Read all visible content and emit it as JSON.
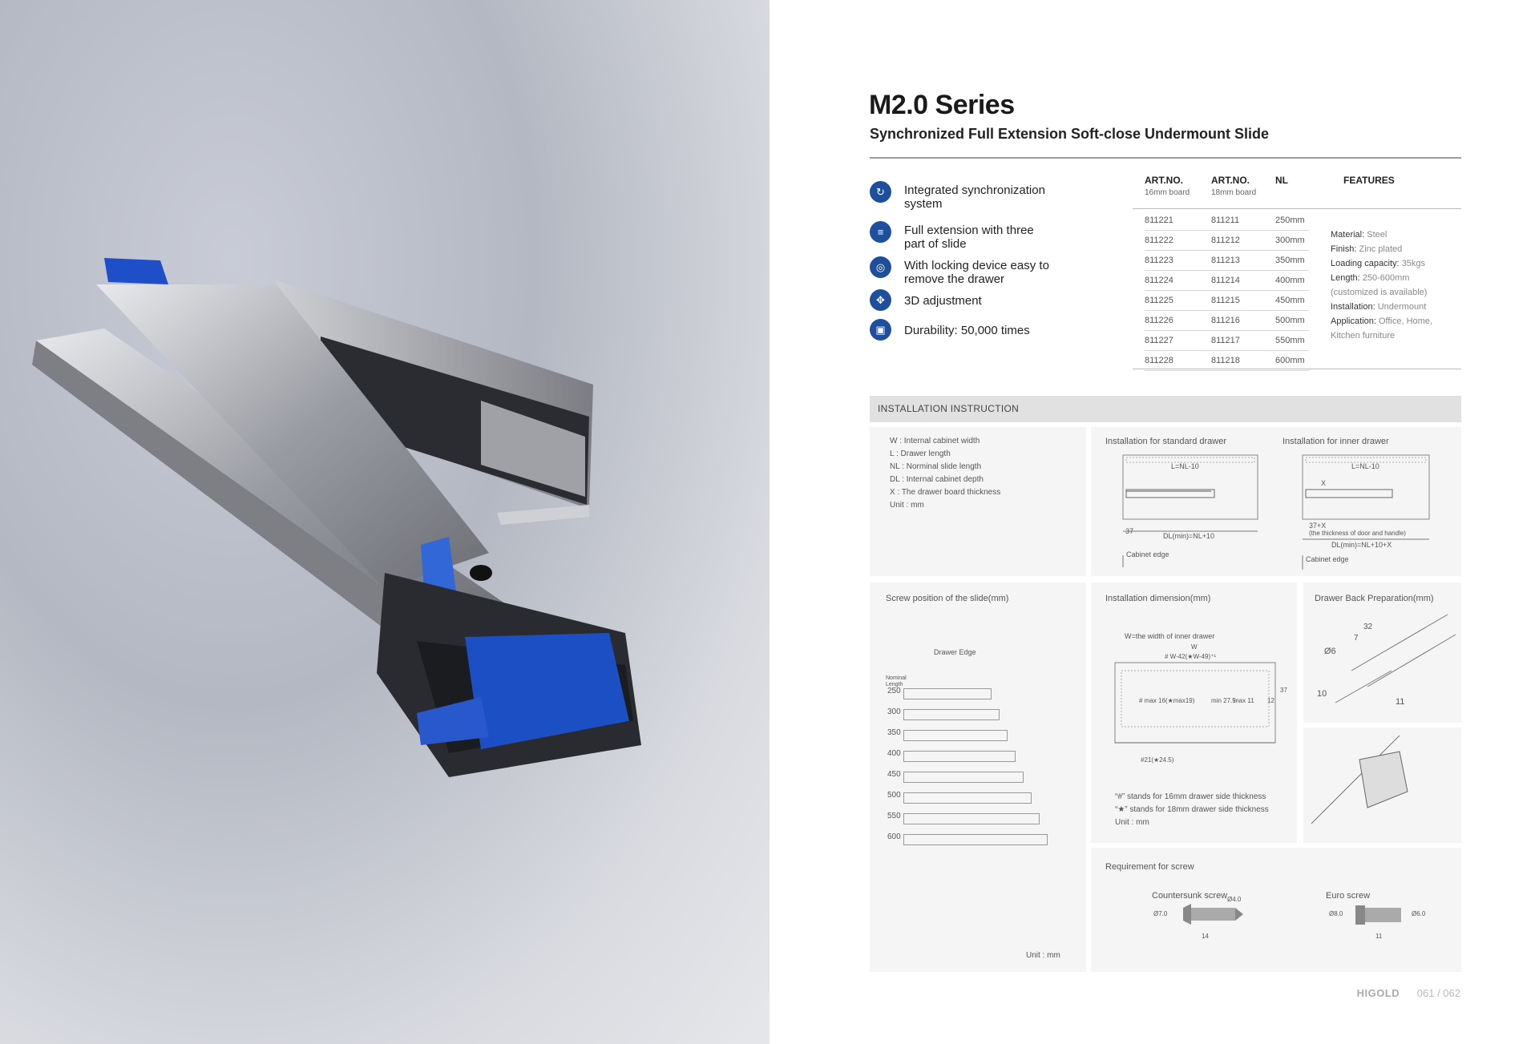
{
  "header": {
    "title": "M2.0 Series",
    "subtitle": "Synchronized Full Extension Soft-close Undermount Slide"
  },
  "features_list": [
    {
      "icon": "sync-icon",
      "label": "Integrated synchronization system"
    },
    {
      "icon": "extension-icon",
      "label": "Full extension with three part of slide"
    },
    {
      "icon": "lock-icon",
      "label": "With locking device easy to remove the drawer"
    },
    {
      "icon": "adjust-icon",
      "label": "3D adjustment"
    },
    {
      "icon": "durability-icon",
      "label": "Durability: 50,000 times"
    }
  ],
  "spec_table": {
    "headers": [
      "ART.NO.",
      "ART.NO.",
      "NL",
      "FEATURES"
    ],
    "subheaders": [
      "16mm board",
      "18mm board"
    ],
    "rows": [
      [
        "811221",
        "811211",
        "250mm"
      ],
      [
        "811222",
        "811212",
        "300mm"
      ],
      [
        "811223",
        "811213",
        "350mm"
      ],
      [
        "811224",
        "811214",
        "400mm"
      ],
      [
        "811225",
        "811215",
        "450mm"
      ],
      [
        "811226",
        "811216",
        "500mm"
      ],
      [
        "811227",
        "811217",
        "550mm"
      ],
      [
        "811228",
        "811218",
        "600mm"
      ]
    ],
    "features": [
      {
        "k": "Material:",
        "v": "Steel"
      },
      {
        "k": "Finish:",
        "v": "Zinc plated"
      },
      {
        "k": "Loading capacity:",
        "v": "35kgs"
      },
      {
        "k": "Length:",
        "v": "250-600mm"
      },
      {
        "k": "",
        "v": "(customized is available)"
      },
      {
        "k": "Installation:",
        "v": "Undermount"
      },
      {
        "k": "Application:",
        "v": "Office, Home,"
      },
      {
        "k": "",
        "v": "Kitchen furniture"
      }
    ]
  },
  "installation": {
    "bar": "INSTALLATION INSTRUCTION",
    "legend": [
      "W : Internal cabinet width",
      "L : Drawer length",
      "NL : Norminal slide length",
      "DL : Internal cabinet depth",
      "X : The drawer board thickness",
      "Unit : mm"
    ],
    "standard_title": "Installation for standard drawer",
    "inner_title": "Installation for inner drawer",
    "std_l": "L=NL-10",
    "std_37": "37",
    "std_dl": "DL(min)=NL+10",
    "std_edge": "Cabinet edge",
    "inner_l": "L=NL-10",
    "inner_x": "X",
    "inner_37x": "37+X",
    "inner_note": "(the thickness of door and handle)",
    "inner_dl": "DL(min)=NL+10+X",
    "inner_edge": "Cabinet edge",
    "screw_title": "Screw position of the slide(mm)",
    "drawer_edge": "Drawer Edge",
    "nominal": "Nominal Length",
    "lengths": [
      "250",
      "300",
      "350",
      "400",
      "450",
      "500",
      "550",
      "600"
    ],
    "screw_unit": "Unit : mm",
    "dim_title": "Installation dimension(mm)",
    "dim_w": "W=the width of inner drawer",
    "dim_w2": "W",
    "dim_wline": "# W-42(★W-49)⁺¹",
    "dim_max": "# max 16(★max19)",
    "dim_min": "min 27.5",
    "dim_max11": "max 11",
    "dim_12": "12",
    "dim_37": "37",
    "dim_bottom": "#21(★24.5)",
    "dim_notes": [
      "“#” stands for 16mm drawer side thickness",
      "“★” stands for 18mm drawer side thickness",
      "Unit : mm"
    ],
    "back_title": "Drawer Back Preparation(mm)",
    "back_32": "32",
    "back_7": "7",
    "back_d6": "Ø6",
    "back_10": "10",
    "back_11": "11",
    "req_title": "Requirement for screw",
    "countersunk": "Countersunk screw",
    "euro": "Euro screw",
    "cs_d7": "Ø7.0",
    "cs_d4": "Ø4.0",
    "cs_14": "14",
    "eu_d8": "Ø8.0",
    "eu_d6": "Ø6.0",
    "eu_11": "11"
  },
  "footer": {
    "brand": "HIGOLD",
    "pages": "061 / 062"
  }
}
